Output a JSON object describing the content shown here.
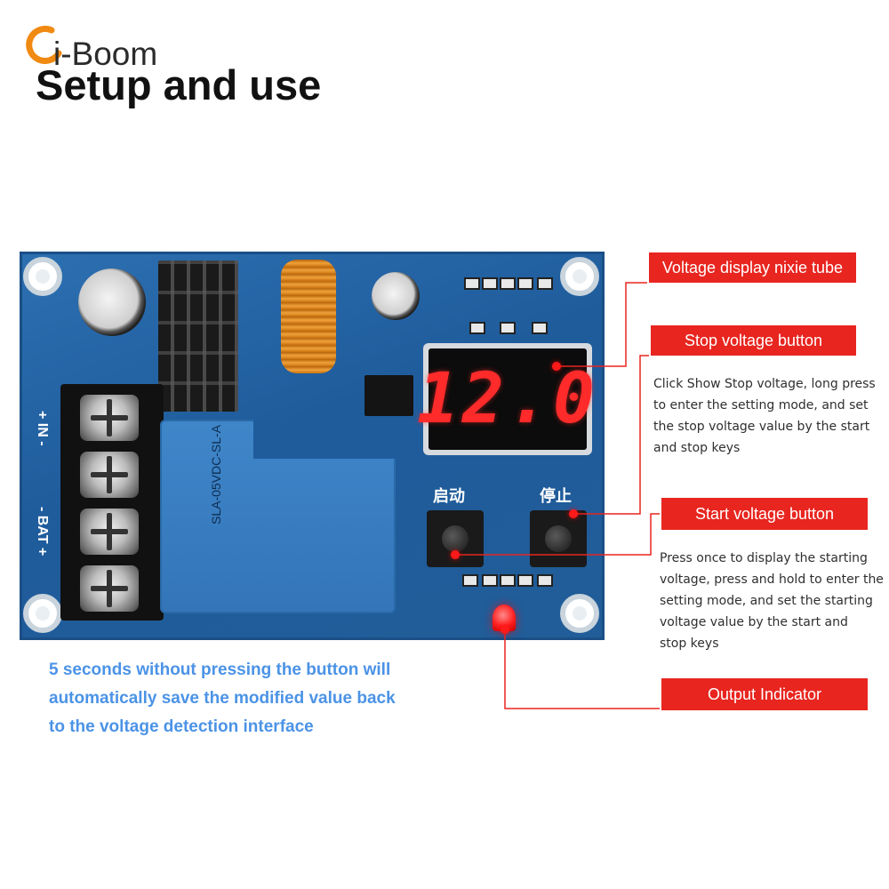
{
  "brand": {
    "name": "i-Boom"
  },
  "page": {
    "title": "Setup and use"
  },
  "board": {
    "display_value": "12.0",
    "start_button_label": "启动",
    "stop_button_label": "停止",
    "terminal_label_top": "+ IN -",
    "terminal_label_bottom": "- BAT +",
    "relay_model": "SLA-05VDC-SL-A"
  },
  "callouts": {
    "display": {
      "title": "Voltage display nixie tube"
    },
    "stop": {
      "title": "Stop voltage button",
      "lines": [
        "Click Show Stop voltage, long press",
        "to enter the setting mode, and set",
        "the stop voltage value by the start",
        "and stop keys"
      ]
    },
    "start": {
      "title": "Start voltage button",
      "lines": [
        "Press once to display the starting",
        "voltage, press and hold to enter the",
        "setting mode, and set the starting",
        "voltage value by the start and",
        "stop keys"
      ]
    },
    "output": {
      "title": "Output Indicator"
    }
  },
  "note": {
    "lines": [
      "5 seconds without pressing the button will",
      "automatically save the modified value back",
      "to the voltage detection interface"
    ]
  },
  "colors": {
    "accent_red": "#e8251f",
    "note_blue": "#4b93e6",
    "board_blue": "#1f5c9c",
    "display_red": "#ff2a2a"
  }
}
